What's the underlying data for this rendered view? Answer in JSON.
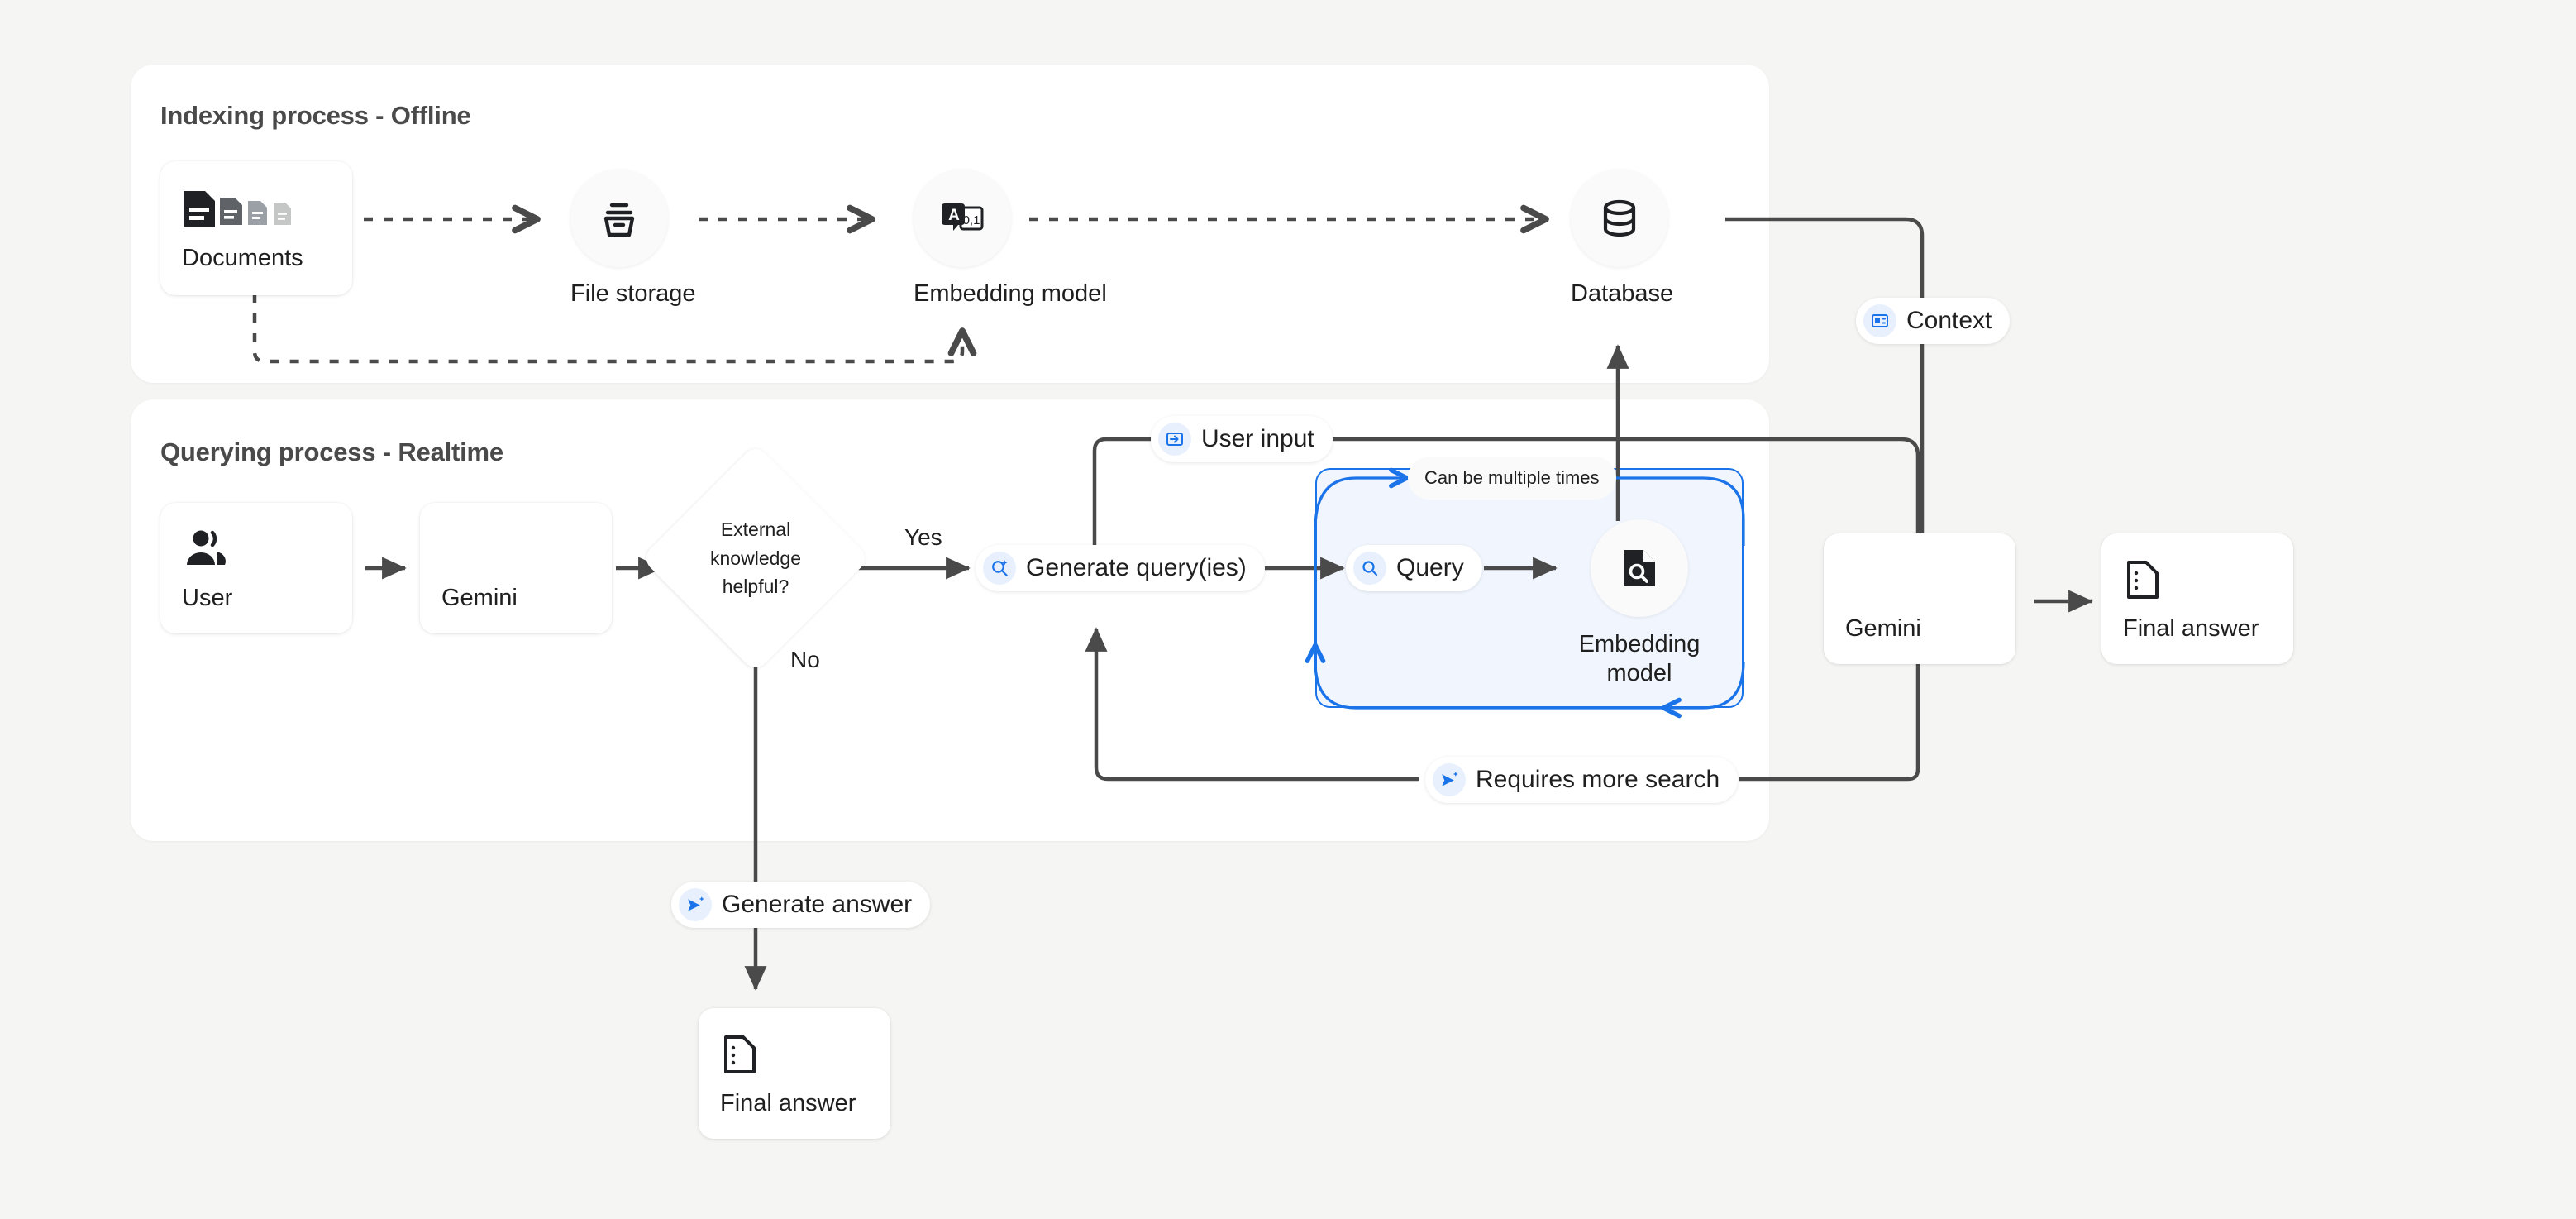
{
  "canvas": {
    "background": "#f5f5f3"
  },
  "colors": {
    "panel_bg": "#ffffff",
    "accent_blue": "#1a73e8",
    "loop_fill": "#f1f6fe",
    "wire": "#4a4a4a",
    "gemini_gradient_from": "#1b6ef3",
    "gemini_gradient_to": "#9b63f0"
  },
  "panels": [
    {
      "id": "indexing",
      "title": "Indexing process - Offline"
    },
    {
      "id": "querying",
      "title": "Querying process - Realtime"
    }
  ],
  "indexing": {
    "documents": {
      "label": "Documents",
      "icon": "documents-icon"
    },
    "file_storage": {
      "label": "File storage",
      "icon": "archive-box-icon"
    },
    "embedding_model": {
      "label": "Embedding model",
      "icon": "text-to-vector-icon",
      "icon_letter": "A",
      "icon_digits": "0,1"
    },
    "database": {
      "label": "Database",
      "icon": "database-icon"
    }
  },
  "querying": {
    "user": {
      "label": "User",
      "icon": "user-icon"
    },
    "gemini_left": {
      "label": "Gemini",
      "icon": "gemini-sparkle-icon"
    },
    "decision": {
      "line1": "External",
      "line2": "knowledge",
      "line3": "helpful?"
    },
    "branch_yes": "Yes",
    "branch_no": "No",
    "generate_queries": {
      "label": "Generate query(ies)",
      "icon": "search-sparkle-icon"
    },
    "loop": {
      "note": "Can be multiple times",
      "query": {
        "label": "Query",
        "icon": "search-icon"
      },
      "embedding_model": {
        "label": "Embedding model",
        "icon": "document-search-icon"
      }
    },
    "requires_more_search": {
      "label": "Requires more search",
      "icon": "send-sparkle-icon"
    },
    "user_input": {
      "label": "User input",
      "icon": "input-icon"
    },
    "context": {
      "label": "Context",
      "icon": "context-panel-icon"
    },
    "gemini_right": {
      "label": "Gemini",
      "icon": "gemini-sparkle-icon"
    },
    "final_answer_right": {
      "label": "Final answer",
      "icon": "answer-doc-icon"
    }
  },
  "bottom": {
    "generate_answer": {
      "label": "Generate answer",
      "icon": "send-sparkle-icon"
    },
    "final_answer": {
      "label": "Final answer",
      "icon": "answer-doc-icon"
    }
  }
}
